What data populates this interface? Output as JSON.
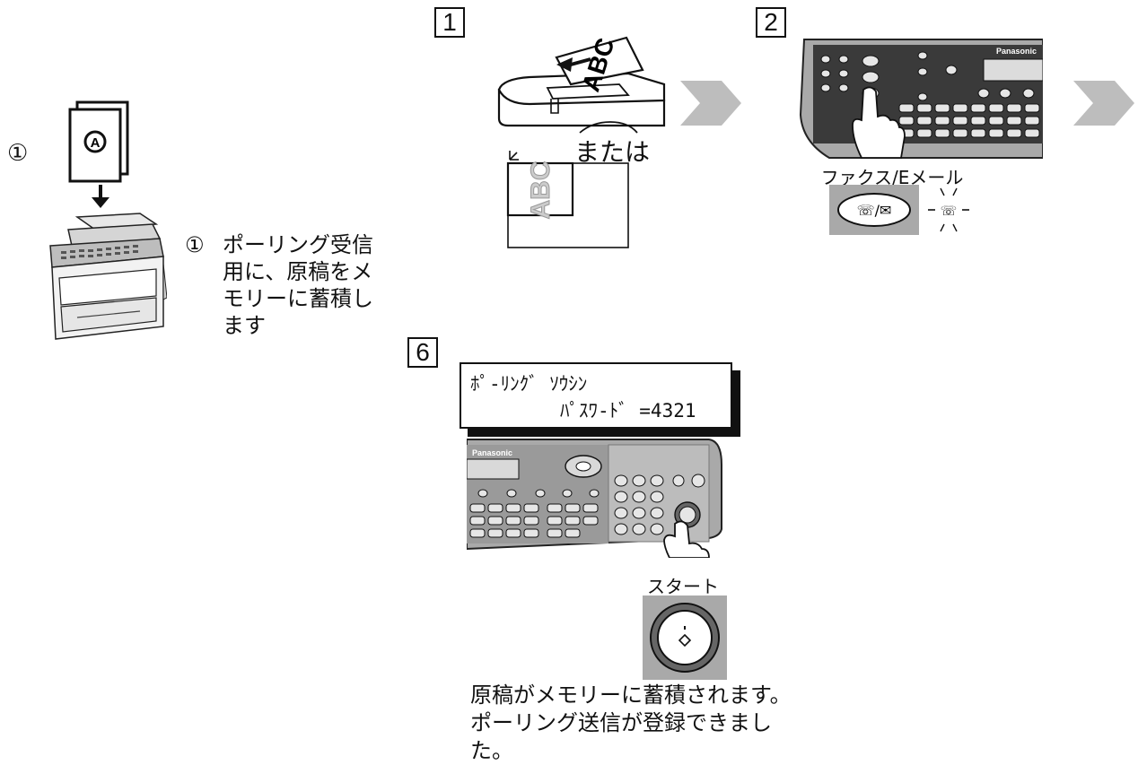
{
  "left": {
    "step_marker": "①",
    "note_marker": "①",
    "note_lines": [
      "ポーリング受信",
      "用に、原稿をメ",
      "モリーに蓄積し",
      "ます"
    ]
  },
  "step1": {
    "number": "1",
    "or_text": "または",
    "doc_letters": "ABC"
  },
  "step2": {
    "number": "2",
    "panel_brand": "Panasonic",
    "button_label": "ファクス/Eメール"
  },
  "step6": {
    "number": "6",
    "lcd_line1": "ﾎﾟ-ﾘﾝｸﾞ ｿｳｼﾝ",
    "lcd_line2": "ﾊﾟｽﾜ-ﾄﾞ =4321",
    "panel_brand": "Panasonic",
    "button_label": "スタート",
    "caption_lines": [
      "原稿がメモリーに蓄積されます。",
      "ポーリング送信が登録できまし",
      "た。"
    ]
  },
  "colors": {
    "arrow_gray": "#bdbdbd",
    "panel_gray": "#a9a9a9",
    "panel_dark": "#3a3a3a"
  }
}
